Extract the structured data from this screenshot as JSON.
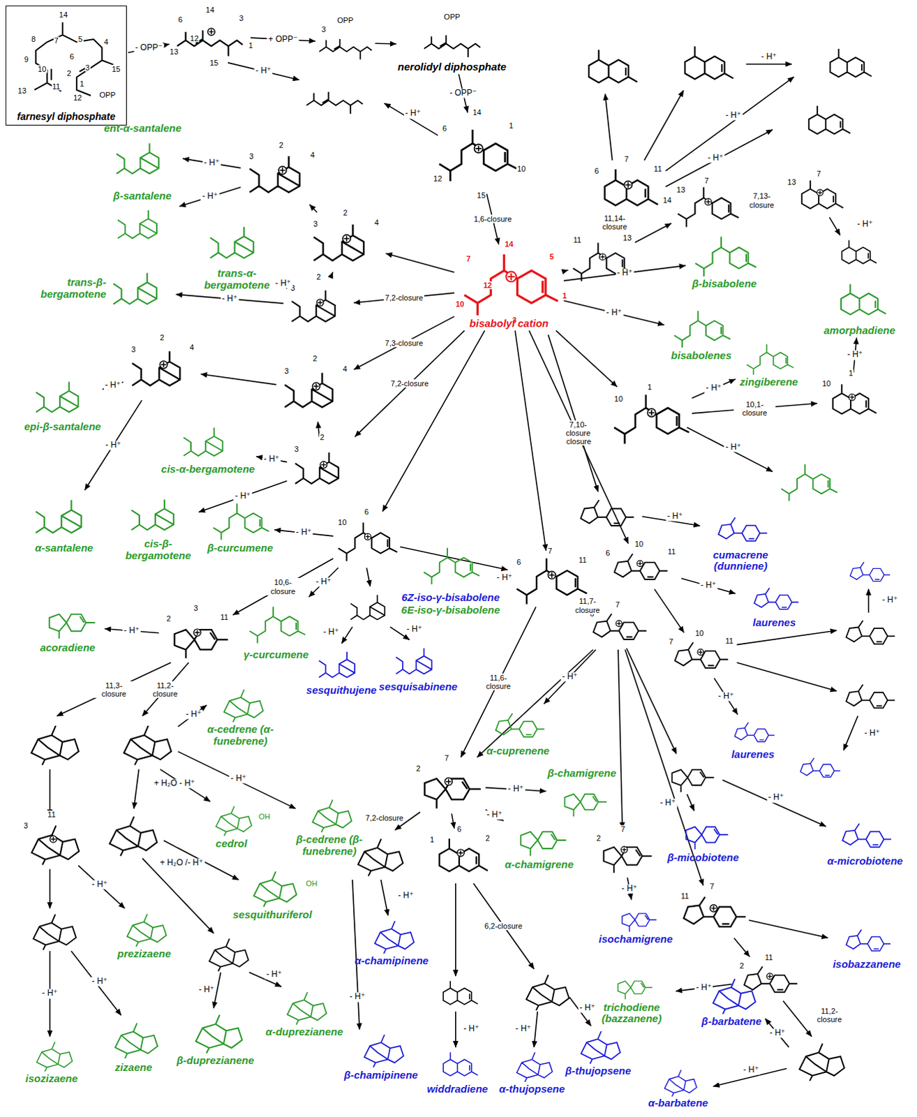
{
  "diagram": {
    "nodes": [
      {
        "text": [
          "14",
          "8",
          "7",
          "5",
          "4",
          "9",
          "6",
          "3",
          "10",
          "2",
          "15",
          "11",
          "1",
          "13",
          "12",
          "OPP",
          "farnesyl diphosphate"
        ]
      },
      {
        "text": [
          "14",
          "6",
          "3",
          "1",
          "15",
          "13",
          "12"
        ]
      },
      {
        "text": [
          "OPP",
          "3"
        ]
      },
      {
        "text": [
          "OPP",
          "nerolidyl diphosphate"
        ]
      },
      {
        "text": [
          "14",
          "6",
          "1",
          "10",
          "15",
          "12"
        ]
      },
      {
        "text": [
          "14",
          "7",
          "5",
          "1",
          "3",
          "10",
          "12",
          "bisabolyl cation"
        ]
      },
      {
        "text": [
          "2",
          "3",
          "4"
        ]
      },
      {
        "text": [
          "ent-α-santalene"
        ]
      },
      {
        "text": [
          "β-santalene"
        ]
      },
      {
        "text": [
          "2",
          "3",
          "4"
        ]
      },
      {
        "text": [
          "trans-α-bergamotene"
        ]
      },
      {
        "text": [
          "2",
          "3"
        ]
      },
      {
        "text": [
          "trans-β-bergamotene"
        ]
      },
      {
        "text": [
          "2",
          "3",
          "4"
        ]
      },
      {
        "text": [
          "2",
          "3",
          "4"
        ]
      },
      {
        "text": [
          "epi-β-santalene"
        ]
      },
      {
        "text": [
          "cis-α-bergamotene"
        ]
      },
      {
        "text": [
          "α-santalene"
        ]
      },
      {
        "text": [
          "cis-β-bergamotene"
        ]
      },
      {
        "text": [
          "2",
          "3"
        ]
      },
      {
        "text": [
          "β-curcumene"
        ]
      },
      {
        "text": [
          "6",
          "10"
        ]
      },
      {
        "text": [
          "3",
          "2",
          "11"
        ]
      },
      {
        "text": [
          "acoradiene"
        ]
      },
      {
        "text": [
          "γ-curcumene"
        ]
      },
      {
        "text": [
          "6Z-iso-γ-bisabolene",
          "6E-iso-γ-bisabolene"
        ]
      },
      {
        "text": [
          "7",
          "6",
          "11"
        ]
      },
      {
        "text": [
          "sesquithujene"
        ]
      },
      {
        "text": [
          "sesquisabinene"
        ]
      },
      {
        "text": [
          "7",
          "6"
        ]
      },
      {
        "text": [
          "α-cuprenene"
        ]
      },
      {
        "text": [
          "7",
          "2"
        ]
      },
      {
        "text": [
          "β-chamigrene"
        ]
      },
      {
        "text": [
          "α-chamigrene"
        ]
      },
      {
        "text": [
          "6",
          "1",
          "2"
        ]
      },
      {
        "text": [
          "α-chamipinene"
        ]
      },
      {
        "text": [
          "β-chamipinene"
        ]
      },
      {
        "text": [
          "widdradiene"
        ]
      },
      {
        "text": [
          "α-thujopsene"
        ]
      },
      {
        "text": [
          "β-thujopsene"
        ]
      },
      {
        "text": [
          "14",
          "11",
          "13"
        ]
      },
      {
        "text": [
          "7",
          "6",
          "11",
          "14"
        ]
      },
      {
        "text": [
          "7",
          "13"
        ]
      },
      {
        "text": [
          "7",
          "13"
        ]
      },
      {
        "text": [
          "β-bisabolene"
        ]
      },
      {
        "text": [
          "bisabolenes"
        ]
      },
      {
        "text": [
          "zingiberene"
        ]
      },
      {
        "text": [
          "1",
          "10"
        ]
      },
      {
        "text": [
          "1",
          "10"
        ]
      },
      {
        "text": [
          "amorphadiene"
        ]
      },
      {
        "text": [
          "cumacrene (dunniene)"
        ]
      },
      {
        "text": [
          "10",
          "6",
          "11"
        ]
      },
      {
        "text": [
          "laurenes"
        ]
      },
      {
        "text": [
          "10",
          "7",
          "11"
        ]
      },
      {
        "text": [
          "laurenes"
        ]
      },
      {
        "text": [
          "β-micobiotene"
        ]
      },
      {
        "text": [
          "α-microbiotene"
        ]
      },
      {
        "text": [
          "7",
          "2"
        ]
      },
      {
        "text": [
          "isochamigrene"
        ]
      },
      {
        "text": [
          "7",
          "11"
        ]
      },
      {
        "text": [
          "isobazzanene"
        ]
      },
      {
        "text": [
          "11",
          "2"
        ]
      },
      {
        "text": [
          "trichodiene (bazzanene)"
        ]
      },
      {
        "text": [
          "β-barbatene"
        ]
      },
      {
        "text": [
          "α-barbatene"
        ]
      },
      {
        "text": [
          "11",
          "3"
        ]
      },
      {
        "text": [
          "isozizaene"
        ]
      },
      {
        "text": [
          "zizaene"
        ]
      },
      {
        "text": [
          "prezizaene"
        ]
      },
      {
        "text": [
          "β-duprezianene"
        ]
      },
      {
        "text": [
          "α-duprezianene"
        ]
      },
      {
        "text": [
          "α-cedrene (α-funebrene)"
        ]
      },
      {
        "text": [
          "OH",
          "cedrol"
        ]
      },
      {
        "text": [
          "β-cedrene (β-funebrene)"
        ]
      },
      {
        "text": [
          "OH",
          "sesquithuriferol"
        ]
      }
    ],
    "edges": [
      {
        "from": 0,
        "to": 1,
        "arrow": "to",
        "label": "- OPP⁻"
      },
      {
        "from": 1,
        "to": 2,
        "arrow": "to",
        "label": "+ OPP⁻"
      },
      {
        "from": 2,
        "to": 3,
        "arrow": "to"
      },
      {
        "from": 3,
        "to": 4,
        "arrow": "to",
        "label": "- OPP⁻"
      },
      {
        "from": 4,
        "to": 5,
        "arrow": "to",
        "label": "1,6-closure"
      },
      {
        "from": 5,
        "to": 9,
        "arrow": "to"
      },
      {
        "from": 5,
        "to": 11,
        "arrow": "to",
        "label": "7,2-closure"
      },
      {
        "from": 11,
        "to": 9,
        "arrow": "to"
      },
      {
        "from": 9,
        "to": 6,
        "arrow": "to"
      },
      {
        "from": 6,
        "to": 7,
        "arrow": "to",
        "label": "- H⁺"
      },
      {
        "from": 6,
        "to": 8,
        "arrow": "to",
        "label": "- H⁺"
      },
      {
        "from": 11,
        "to": 10,
        "arrow": "to",
        "label": "- H⁺"
      },
      {
        "from": 11,
        "to": 12,
        "arrow": "to",
        "label": "- H⁺"
      },
      {
        "from": 5,
        "to": 13,
        "arrow": "to",
        "label": "7,3-closure"
      },
      {
        "from": 13,
        "to": 14,
        "arrow": "to"
      },
      {
        "from": 14,
        "to": 15,
        "arrow": "to",
        "label": "- H⁺"
      },
      {
        "from": 14,
        "to": 17,
        "arrow": "to",
        "label": "- H⁺"
      },
      {
        "from": 5,
        "to": 19,
        "arrow": "to",
        "label": "7,2-closure"
      },
      {
        "from": 19,
        "to": 13,
        "arrow": "to"
      },
      {
        "from": 19,
        "to": 16,
        "arrow": "to",
        "label": "- H⁺"
      },
      {
        "from": 19,
        "to": 18,
        "arrow": "to",
        "label": "- H⁺"
      },
      {
        "from": 5,
        "to": 21,
        "arrow": "to"
      },
      {
        "from": 21,
        "to": 20,
        "arrow": "to",
        "label": "- H⁺"
      },
      {
        "from": 21,
        "to": 22,
        "arrow": "to",
        "label": "10,6-closure"
      },
      {
        "from": 21,
        "to": 24,
        "arrow": "to",
        "label": "- H⁺"
      },
      {
        "from": 21,
        "to": 26,
        "arrow": "to"
      },
      {
        "from": 5,
        "to": 26,
        "arrow": "to"
      },
      {
        "from": 22,
        "to": 23,
        "arrow": "to",
        "label": "- H⁺"
      },
      {
        "from": 26,
        "to": 25,
        "arrow": "to",
        "label": "- H⁺"
      },
      {
        "from": 26,
        "to": 29,
        "arrow": "to",
        "label": "11,7-closure"
      },
      {
        "from": 26,
        "to": 31,
        "arrow": "to",
        "label": "11,6-closure"
      },
      {
        "from": 29,
        "to": 30,
        "arrow": "to",
        "label": "- H⁺"
      },
      {
        "from": 29,
        "to": 31,
        "arrow": "to"
      },
      {
        "from": 31,
        "to": 32,
        "arrow": "to",
        "label": "- H⁺"
      },
      {
        "from": 31,
        "to": 33,
        "arrow": "to",
        "label": "- H⁺"
      },
      {
        "from": 31,
        "to": 34,
        "arrow": "to"
      },
      {
        "from": 5,
        "to": 40,
        "arrow": "to"
      },
      {
        "from": 40,
        "to": 41,
        "arrow": "to",
        "label": "11,14-closure"
      },
      {
        "from": 40,
        "to": 42,
        "arrow": "to"
      },
      {
        "from": 42,
        "to": 43,
        "arrow": "to",
        "label": "7,13-closure"
      },
      {
        "from": 5,
        "to": 44,
        "arrow": "to",
        "label": "- H⁺"
      },
      {
        "from": 5,
        "to": 45,
        "arrow": "to",
        "label": "- H⁺"
      },
      {
        "from": 5,
        "to": 47,
        "arrow": "to"
      },
      {
        "from": 47,
        "to": 46,
        "arrow": "to",
        "label": "- H⁺"
      },
      {
        "from": 47,
        "to": 48,
        "arrow": "to",
        "label": "10,1-closure"
      },
      {
        "from": 48,
        "to": 49,
        "arrow": "to",
        "label": "- H⁺"
      },
      {
        "from": 5,
        "to": 51,
        "arrow": "to",
        "label": "7,11-closure"
      },
      {
        "from": 51,
        "to": 52,
        "arrow": "to",
        "label": "- H⁺"
      },
      {
        "from": 51,
        "to": 53,
        "arrow": "to"
      },
      {
        "from": 53,
        "to": 54,
        "arrow": "to",
        "label": "- H⁺"
      },
      {
        "from": 29,
        "to": 57,
        "arrow": "to"
      },
      {
        "from": 57,
        "to": 58,
        "arrow": "to",
        "label": "- H⁺"
      },
      {
        "from": 29,
        "to": 59,
        "arrow": "to"
      },
      {
        "from": 59,
        "to": 60,
        "arrow": "to"
      },
      {
        "from": 59,
        "to": 61,
        "arrow": "to"
      },
      {
        "from": 61,
        "to": 62,
        "arrow": "to",
        "label": "- H⁺"
      }
    ],
    "labels": [
      "- H⁺",
      "- H⁺",
      "- H⁺",
      "- H⁺",
      "- H⁺",
      "- H⁺",
      "7,10-closure",
      "- H⁺",
      "- H⁺",
      "- H⁺",
      "- H⁺",
      "- H⁺",
      "- H⁺",
      "- H⁺",
      "- H⁺",
      "11,3-closure",
      "11,2-closure",
      "- H⁺",
      "+ H₂O - H⁺",
      "- H⁺",
      "+ H₂O /- H⁺",
      "- H⁺",
      "- H⁺",
      "- H⁺",
      "- H⁺",
      "- H⁺",
      "7,2-closure",
      "- H⁺",
      "- H⁺",
      "- H⁺",
      "6,2-closure",
      "- H⁺",
      "- H⁺",
      "11,2-closure",
      "- H⁺",
      "- H⁺"
    ]
  }
}
